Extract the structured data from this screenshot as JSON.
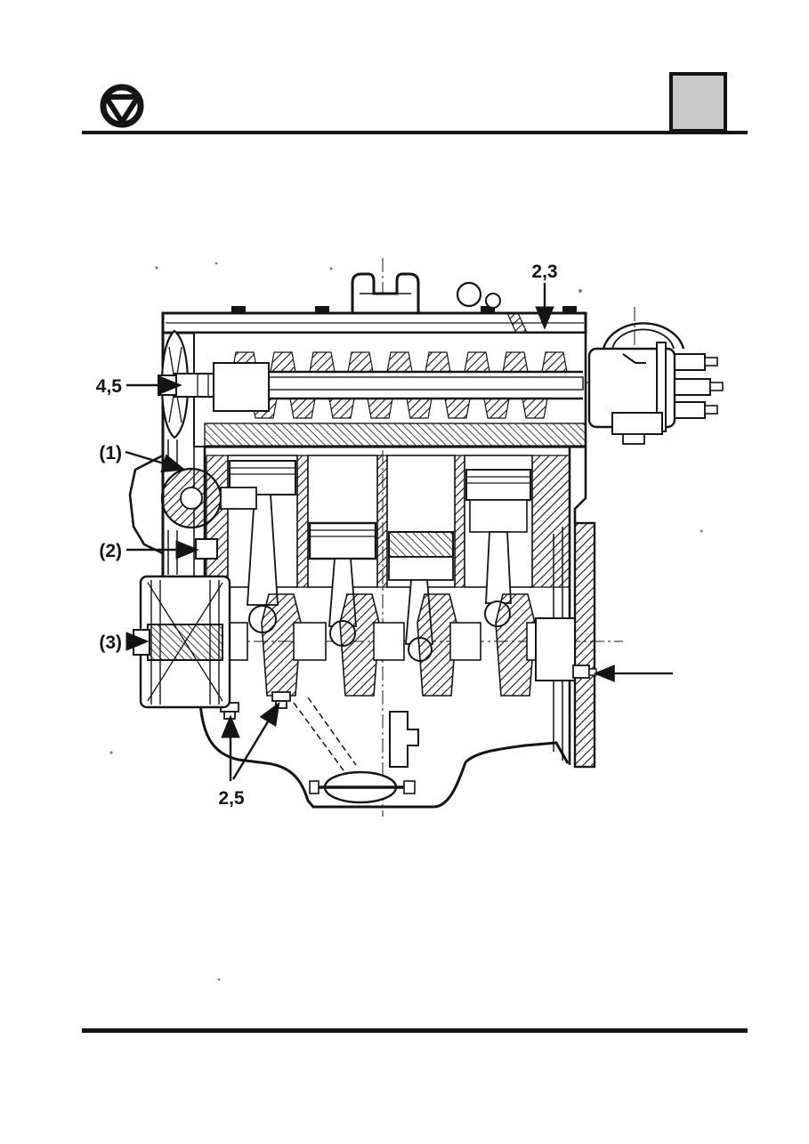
{
  "page": {
    "colors": {
      "ink": "#141414",
      "paper": "#ffffff",
      "page_box_fill": "#c9c9c9"
    },
    "header": {
      "logo_icon": "triangle-in-circle-brand-icon",
      "page_number_box_text": ""
    }
  },
  "figure": {
    "callouts": [
      {
        "label": "2,3"
      },
      {
        "label": "4,5"
      },
      {
        "label": "(1)"
      },
      {
        "label": "(2)"
      },
      {
        "label": "(3)"
      },
      {
        "label": "2,5"
      }
    ]
  }
}
